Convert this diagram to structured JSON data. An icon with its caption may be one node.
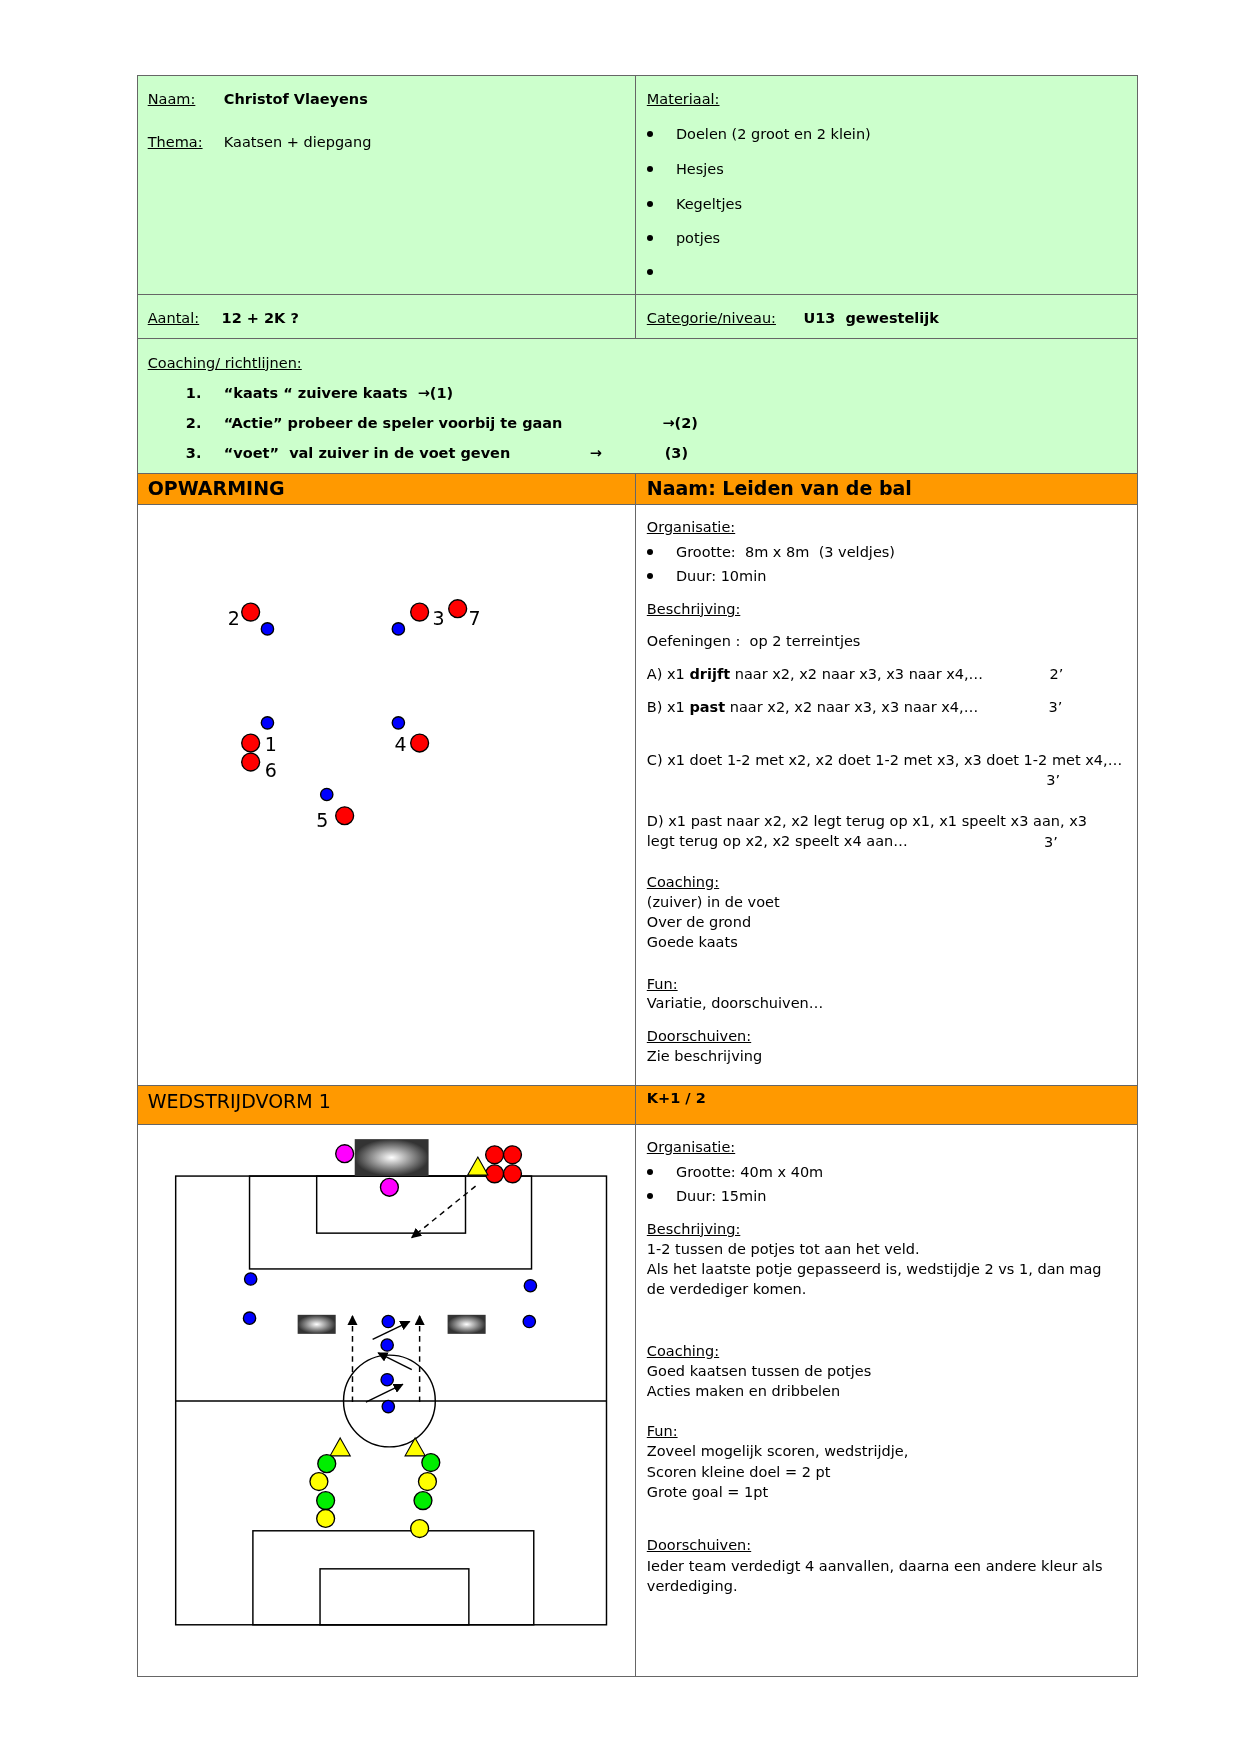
{
  "diagram": {
    "labels": [
      "Naam:",
      "Christof Vlaeyens",
      "Thema:",
      "Kaatsen + diepgang",
      "Materiaal:",
      "Doelen (2 groot en 2 klein)",
      "Hesjes",
      "Kegeltjes",
      "potjes",
      "Aantal:",
      "12 + 2K ?",
      "Categorie/niveau:",
      "U13  gewestelijk",
      "Coaching/ richtlijnen:",
      "1.",
      "“kaats “ zuivere kaats  →(1)",
      "2.",
      "“Actie” probeer de speler voorbij te gaan",
      "→(2)",
      "3.",
      "“voet”  val zuiver in de voet geven",
      "→",
      "(3)",
      "OPWARMING",
      "Naam: Leiden van de bal",
      "2",
      "3",
      "7",
      "1",
      "6",
      "4",
      "5",
      "Organisatie:",
      "Grootte:  8m x 8m  (3 veldjes)",
      "Duur: 10min",
      "Beschrijving:",
      "Oefeningen :  op 2 terreintjes",
      "A) x1 **drijft** naar x2, x2 naar x3, x3 naar x4,…",
      "2’",
      "B) x1 **past** naar x2, x2 naar x3, x3 naar x4,…",
      "3’",
      "C) x1 doet 1-2 met x2, x2 doet 1-2 met x3, x3 doet 1-2 met x4,…",
      "3’",
      "D) x1 past naar x2, x2 legt terug op x1, x1 speelt x3 aan, x3 legt terug op x2, x2 speelt x4 aan…",
      "3’",
      "Coaching:",
      "(zuiver) in de voet",
      "Over de grond",
      "Goede kaats",
      "Fun:",
      "Variatie, doorschuiven…",
      "Doorschuiven:",
      "Zie beschrijving",
      "WEDSTRIJDVORM 1",
      "K+1 / 2",
      "Organisatie:",
      "Grootte: 40m x 40m",
      "Duur: 15min",
      "Beschrijving:",
      "1-2 tussen de potjes tot aan het veld.",
      "Als het laatste potje gepasseerd is, wedstijdje 2 vs 1, dan mag de verdediger komen.",
      "Coaching:",
      "Goed kaatsen tussen de potjes",
      "Acties maken en dribbelen",
      "Fun:",
      "Zoveel mogelijk scoren, wedstrijdje,",
      "Scoren kleine doel = 2 pt",
      "Grote goal = 1pt",
      "Doorschuiven:",
      "Ieder team verdedigt 4 aanvallen, daarna een andere kleur als verdediging."
    ]
  }
}
